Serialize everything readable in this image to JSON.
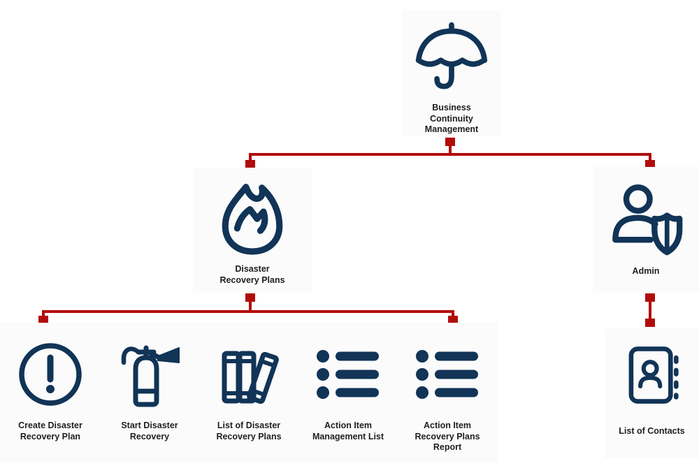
{
  "colors": {
    "icon_navy": "#113457",
    "connector_red": "#b20b0b",
    "node_background": "#fbfbfb",
    "label_text": "#1f1f1f"
  },
  "diagram": {
    "root": {
      "label": "Business Continuity Management",
      "icon": "umbrella-icon"
    },
    "level2": [
      {
        "label": "Disaster Recovery Plans",
        "icon": "flame-icon"
      },
      {
        "label": "Admin",
        "icon": "user-shield-icon"
      }
    ],
    "recovery_children": [
      {
        "label": "Create Disaster Recovery Plan",
        "icon": "exclamation-circle-icon"
      },
      {
        "label": "Start Disaster Recovery",
        "icon": "fire-extinguisher-icon"
      },
      {
        "label": "List of Disaster Recovery Plans",
        "icon": "books-icon"
      },
      {
        "label": "Action Item Management List",
        "icon": "bullet-list-icon"
      },
      {
        "label": "Action Item Recovery Plans Report",
        "icon": "bullet-list-icon"
      }
    ],
    "admin_children": [
      {
        "label": "List of Contacts",
        "icon": "address-book-icon"
      }
    ]
  }
}
